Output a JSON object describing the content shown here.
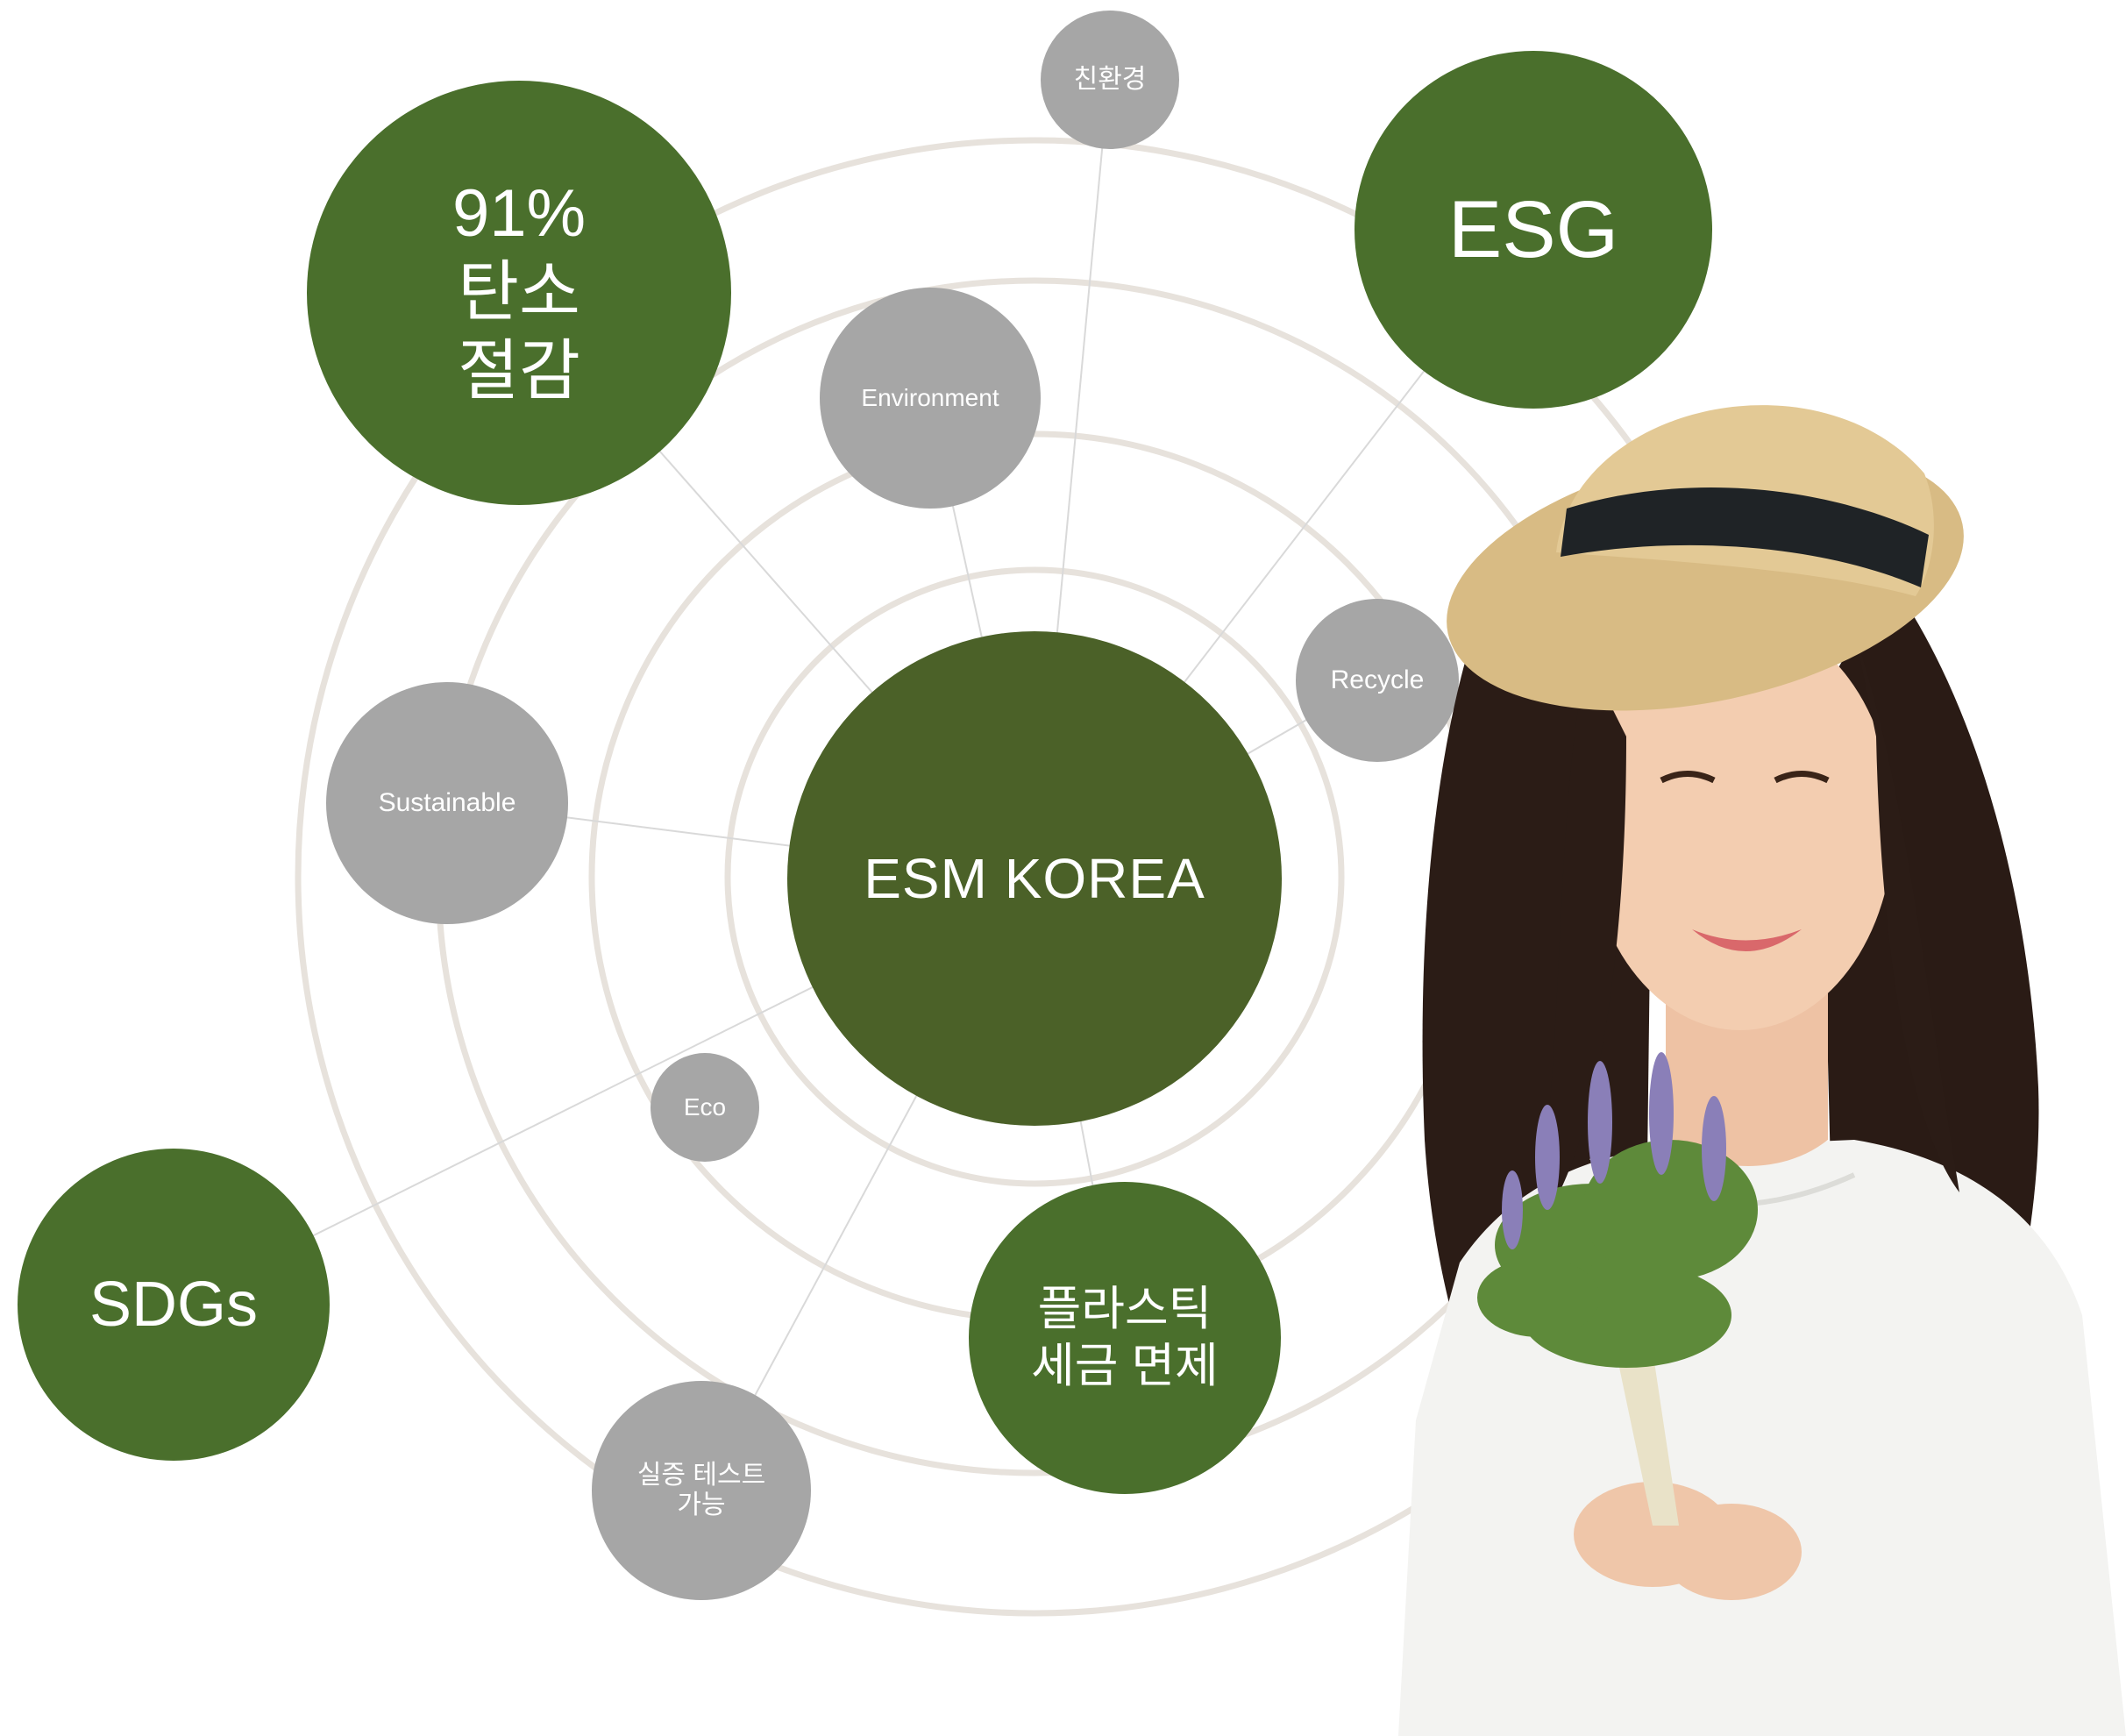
{
  "diagram": {
    "center": "ESM KOREA",
    "nodes": {
      "carbon": "91%\n탄소\n절감",
      "esg": "ESG",
      "sdgs": "SDGs",
      "plastic": "플라스틱\n세금 면제",
      "eco_friendly": "친환경",
      "environment": "Environment",
      "recycle": "Recycle",
      "sustainable": "Sustainable",
      "eco": "Eco",
      "test": "실증 테스트\n가능"
    }
  },
  "colors": {
    "green": "#4a6f2c",
    "center_green": "#4b6128",
    "gray": "#a6a6a6",
    "ring": "#e7e2dc"
  },
  "illustration": "woman-with-straw-hat-holding-lavender-bouquet"
}
